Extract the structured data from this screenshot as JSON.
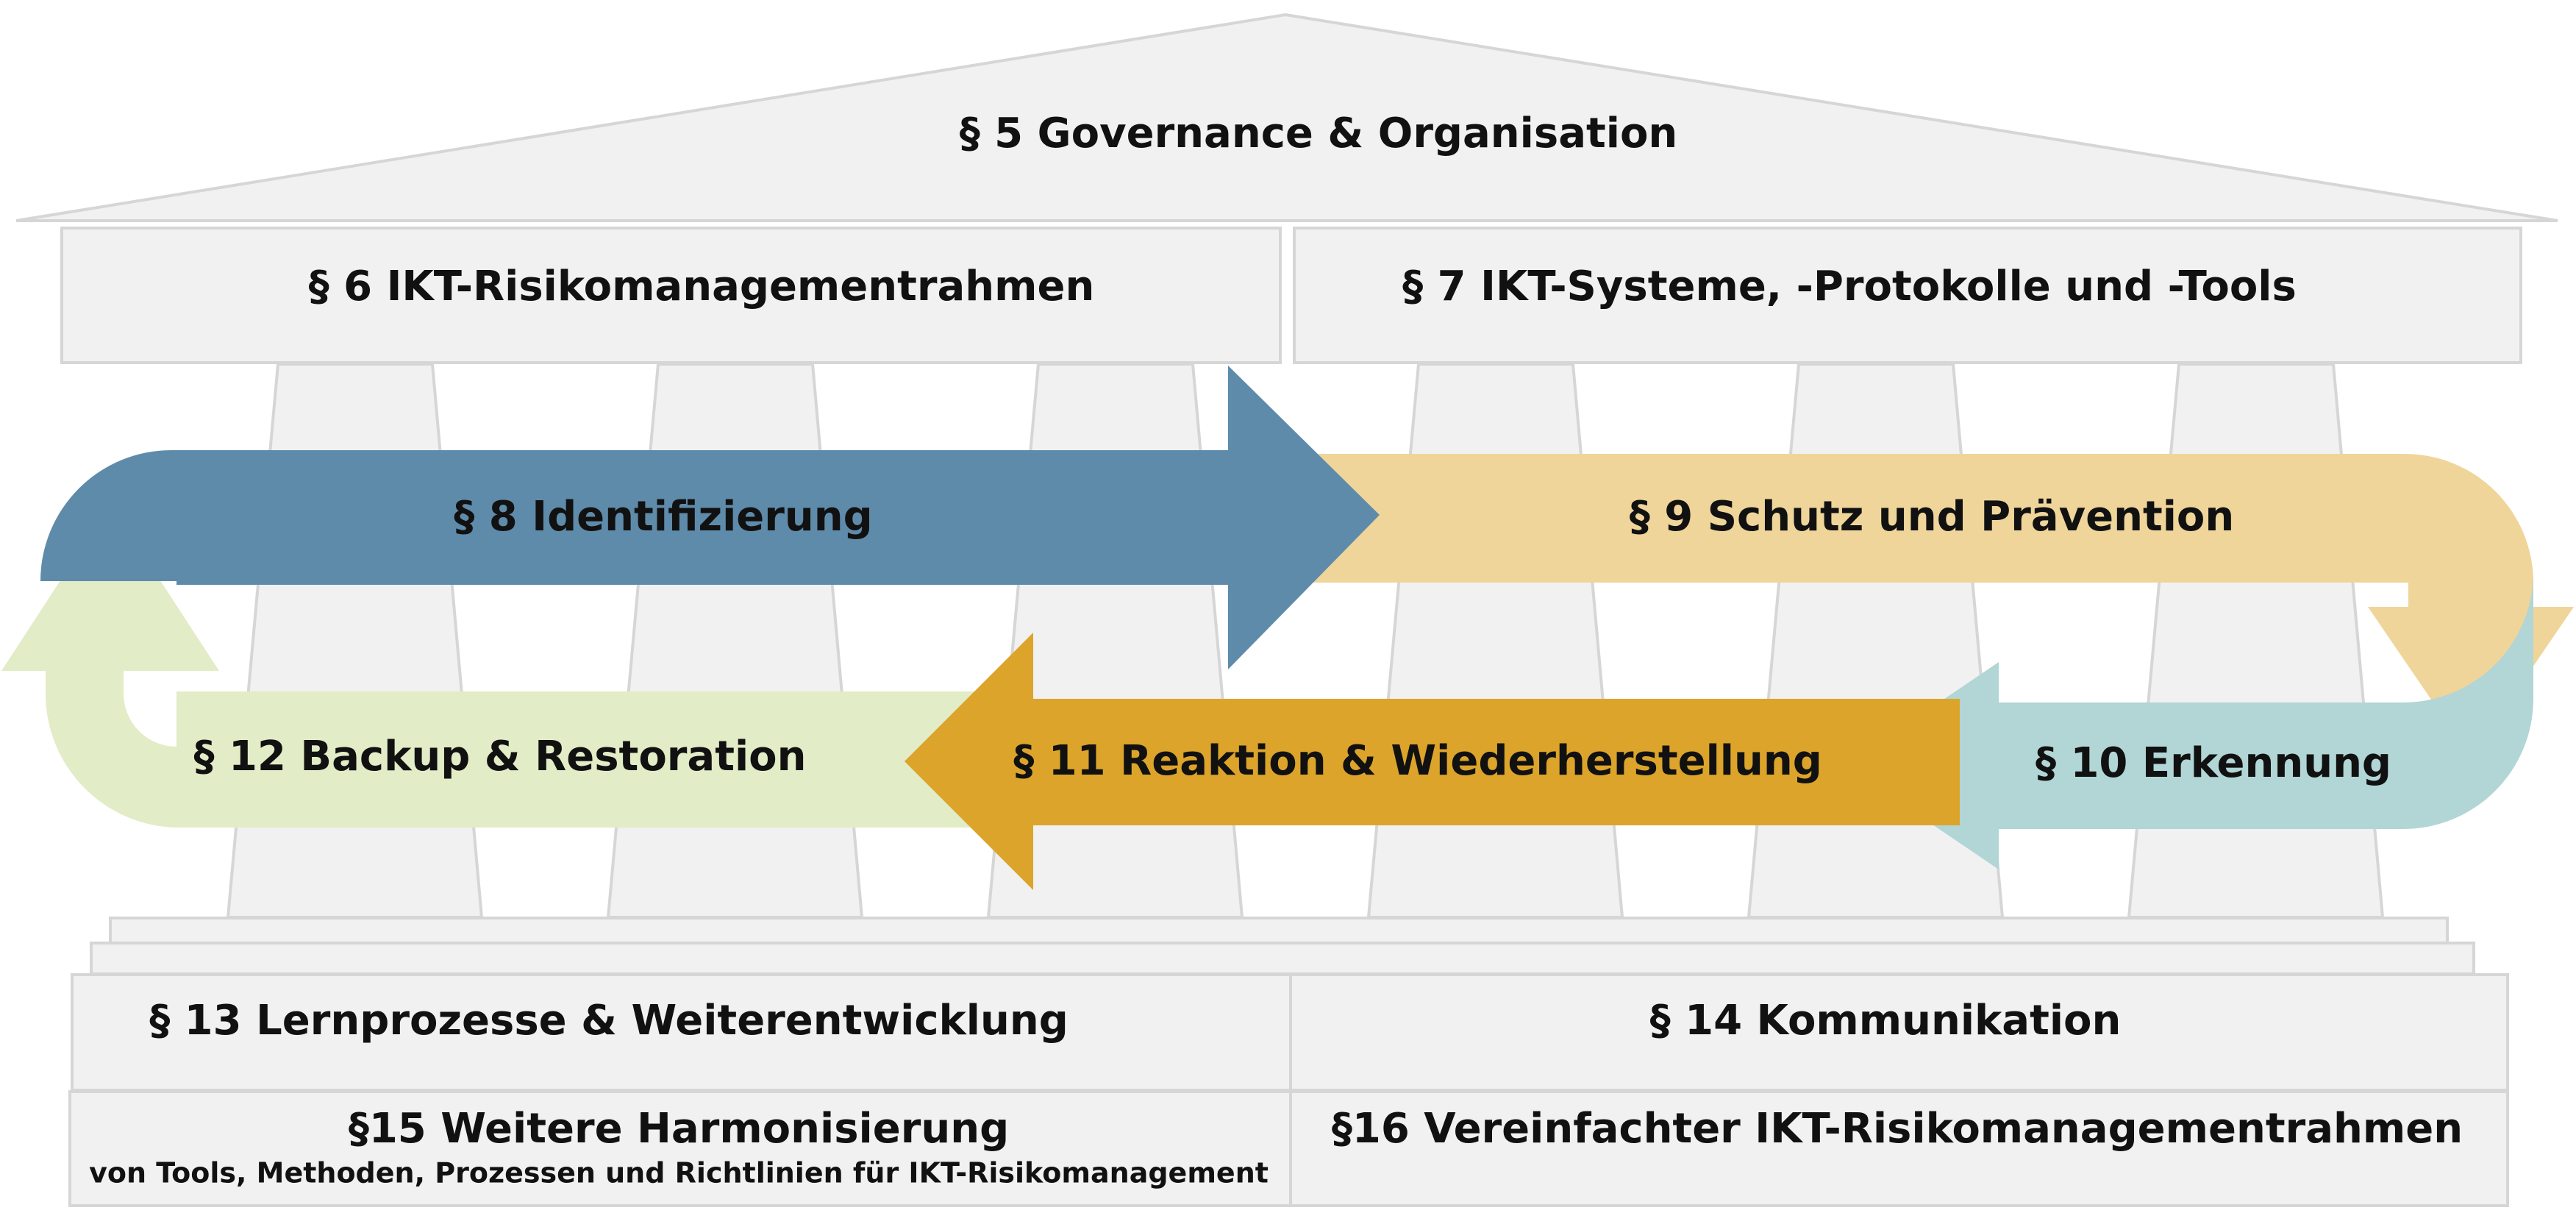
{
  "colors": {
    "structure_fill": "#f1f1f1",
    "structure_stroke": "#d6d6d6",
    "identify": "#5f8bab",
    "protect": "#efd59a",
    "detect": "#b2d5d6",
    "respond": "#dca42a",
    "backup": "#e2ecc6"
  },
  "roof": {
    "label": "§ 5 Governance & Organisation"
  },
  "beams": [
    {
      "label": "§ 6 IKT-Risikomanagementrahmen"
    },
    {
      "label": "§ 7 IKT-Systeme, -Protokolle und -Tools"
    }
  ],
  "cycle": {
    "identify": "§ 8 Identifizierung",
    "protect": "§ 9 Schutz und Prävention",
    "detect": "§ 10 Erkennung",
    "respond": "§ 11 Reaktion & Wiederherstellung",
    "backup": "§ 12 Backup & Restoration"
  },
  "foundation": {
    "learning": "§ 13 Lernprozesse & Weiterentwicklung",
    "communication": "§ 14 Kommunikation",
    "harmonization_title": "§15 Weitere Harmonisierung",
    "harmonization_sub": "von Tools, Methoden, Prozessen und Richtlinien für IKT-Risikomanagement",
    "simplified": "§16 Vereinfachter IKT-Risikomanagementrahmen"
  }
}
